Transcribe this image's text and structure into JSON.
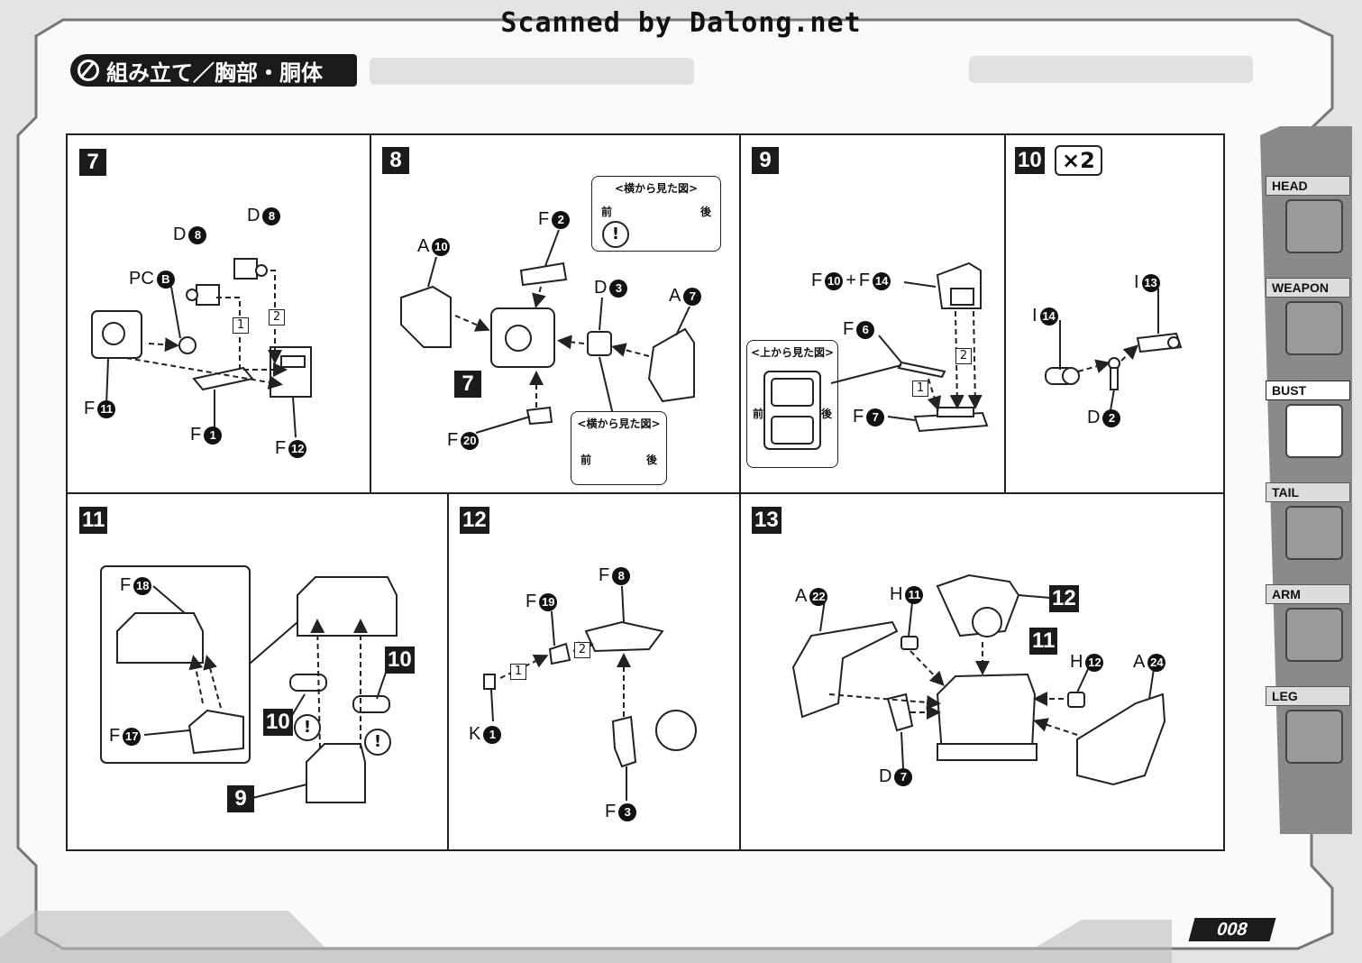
{
  "watermark": "Scanned by Dalong.net",
  "header": {
    "title": "組み立て／胸部・胴体"
  },
  "steps": {
    "s7": "7",
    "s8": "8",
    "s9": "9",
    "s10": "10",
    "s10_mult": "×2",
    "s11": "11",
    "s12": "12",
    "s13": "13"
  },
  "step7": {
    "d8a": {
      "l": "D",
      "n": "8"
    },
    "d8b": {
      "l": "D",
      "n": "8"
    },
    "pcb": {
      "l": "PC",
      "n": "B"
    },
    "f11": {
      "l": "F",
      "n": "11"
    },
    "f1": {
      "l": "F",
      "n": "1"
    },
    "f12": {
      "l": "F",
      "n": "12"
    },
    "seq1": "1",
    "seq2": "2"
  },
  "step8": {
    "a10": {
      "l": "A",
      "n": "10"
    },
    "f2": {
      "l": "F",
      "n": "2"
    },
    "d3": {
      "l": "D",
      "n": "3"
    },
    "a7": {
      "l": "A",
      "n": "7"
    },
    "f20": {
      "l": "F",
      "n": "20"
    },
    "sub_step": "7",
    "side_view_title": "<横から見た図>",
    "front": "前",
    "back": "後"
  },
  "step9": {
    "f10": {
      "l": "F",
      "n": "10"
    },
    "plus": "+",
    "f14": {
      "l": "F",
      "n": "14"
    },
    "f6": {
      "l": "F",
      "n": "6"
    },
    "f7": {
      "l": "F",
      "n": "7"
    },
    "top_view_title": "<上から見た図>",
    "front": "前",
    "back": "後",
    "seq1": "1",
    "seq2": "2"
  },
  "step10": {
    "i13": {
      "l": "I",
      "n": "13"
    },
    "i14": {
      "l": "I",
      "n": "14"
    },
    "d2": {
      "l": "D",
      "n": "2"
    }
  },
  "step11": {
    "f18": {
      "l": "F",
      "n": "18"
    },
    "f17": {
      "l": "F",
      "n": "17"
    },
    "ref10a": "10",
    "ref10b": "10",
    "ref9": "9",
    "warn": "!"
  },
  "step12": {
    "f8": {
      "l": "F",
      "n": "8"
    },
    "f19": {
      "l": "F",
      "n": "19"
    },
    "k1": {
      "l": "K",
      "n": "1"
    },
    "f3": {
      "l": "F",
      "n": "3"
    },
    "seq1": "1",
    "seq2": "2"
  },
  "step13": {
    "a22": {
      "l": "A",
      "n": "22"
    },
    "h11": {
      "l": "H",
      "n": "11"
    },
    "h12": {
      "l": "H",
      "n": "12"
    },
    "a24": {
      "l": "A",
      "n": "24"
    },
    "d7": {
      "l": "D",
      "n": "7"
    },
    "ref12": "12",
    "ref11": "11"
  },
  "side_tabs": [
    {
      "label": "HEAD",
      "icon": "head-icon",
      "active": false
    },
    {
      "label": "WEAPON",
      "icon": "weapon-icon",
      "active": false
    },
    {
      "label": "BUST",
      "icon": "bust-icon",
      "active": true
    },
    {
      "label": "TAIL",
      "icon": "tail-icon",
      "active": false
    },
    {
      "label": "ARM",
      "icon": "arm-icon",
      "active": false
    },
    {
      "label": "LEG",
      "icon": "leg-icon",
      "active": false
    }
  ],
  "page_number": "008"
}
